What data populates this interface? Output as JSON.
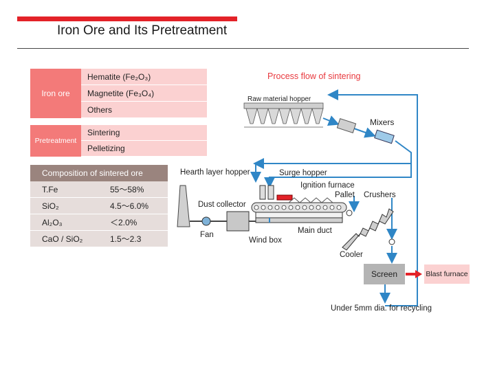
{
  "page": {
    "title": "Iron Ore and Its Pretreatment"
  },
  "iron_ore_table": {
    "header": "Iron ore",
    "rows": [
      {
        "name": "Hematite",
        "formula": "(Fe₂O₃)"
      },
      {
        "name": "Magnetite",
        "formula": "(Fe₃O₄)"
      },
      {
        "name": "Others",
        "formula": ""
      }
    ]
  },
  "pretreatment_table": {
    "header": "Pretreatment",
    "rows": [
      "Sintering",
      "Pelletizing"
    ]
  },
  "composition_table": {
    "header": "Composition of sintered ore",
    "rows": [
      {
        "component": "T.Fe",
        "value": "55～58%"
      },
      {
        "component": "SiO₂",
        "value": "4.5～6.0%"
      },
      {
        "component": "Al₂O₃",
        "value": "＜2.0%"
      },
      {
        "component": "CaO / SiO₂",
        "value": "1.5～2.3"
      }
    ]
  },
  "process_flow": {
    "title": "Process flow of sintering",
    "labels": {
      "raw_material_hopper": "Raw material hopper",
      "mixers": "Mixers",
      "hearth_layer_hopper": "Hearth layer hopper",
      "surge_hopper": "Surge hopper",
      "ignition_furnace": "Ignition furnace",
      "pallet": "Pallet",
      "crushers": "Crushers",
      "dust_collector": "Dust collector",
      "fan": "Fan",
      "wind_box": "Wind box",
      "main_duct": "Main duct",
      "cooler": "Cooler",
      "screen": "Screen",
      "blast_furnace": "Blast furnace",
      "recycling": "Under 5mm dia. for recycling"
    },
    "colors": {
      "flow_line": "#2f86c6",
      "accent_red": "#e32228",
      "table_header": "#f37a79",
      "table_row": "#fbd1d1"
    }
  }
}
